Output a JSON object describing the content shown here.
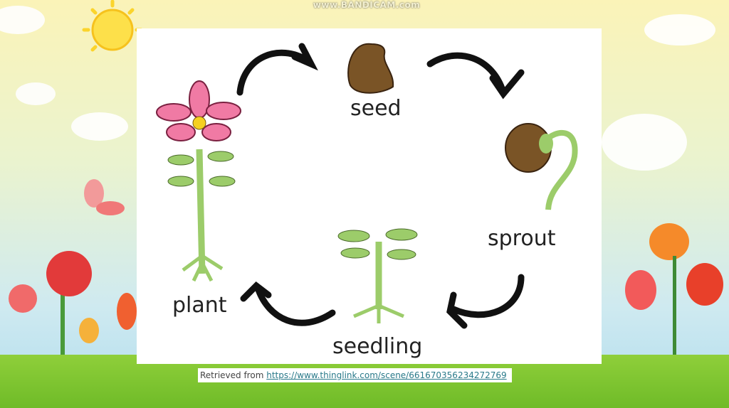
{
  "watermark": "www.BANDICAM.com",
  "diagram": {
    "stages": [
      {
        "label": "seed"
      },
      {
        "label": "sprout"
      },
      {
        "label": "seedling"
      },
      {
        "label": "plant"
      }
    ]
  },
  "credit": {
    "prefix": "Retrieved from",
    "url": "https://www.thinglink.com/scene/661670356234272769"
  },
  "colors": {
    "seed": "#7a5426",
    "petal": "#f07aa4",
    "stem": "#9ccc6a",
    "arrow": "#111111"
  }
}
